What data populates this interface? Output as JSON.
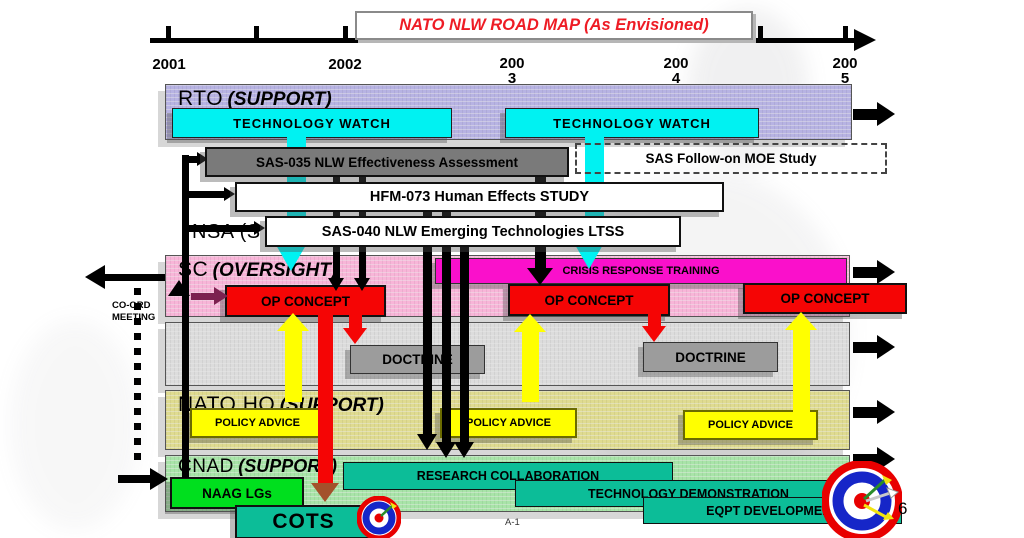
{
  "title": "NATO NLW ROAD MAP (As Envisioned)",
  "timeline": {
    "years": [
      "2001",
      "2002",
      "2003",
      "2004",
      "2005"
    ]
  },
  "rto_band": {
    "name": "RTO",
    "role": "(SUPPORT)",
    "tech_watch_1": "TECHNOLOGY WATCH",
    "tech_watch_2": "TECHNOLOGY WATCH"
  },
  "studies": {
    "sas035": "SAS-035 NLW Effectiveness Assessment",
    "sas_follow_on": "SAS Follow-on MOE Study",
    "hfm073": "HFM-073 Human Effects STUDY",
    "sas040": "SAS-040 NLW Emerging Technologies LTSS",
    "nsa_partial": "NSA (S"
  },
  "sc_band": {
    "name": "SC",
    "role": "(OVERSIGHT)",
    "crisis": "CRISIS RESPONSE TRAINING",
    "op_concept_1": "OP CONCEPT",
    "op_concept_2": "OP CONCEPT",
    "op_concept_3": "OP CONCEPT"
  },
  "doctrine_band": {
    "doctrine_1": "DOCTRINE",
    "doctrine_2": "DOCTRINE"
  },
  "hq_band": {
    "name": "NATO HQ",
    "role": "(SUPPORT)",
    "policy_1": "POLICY ADVICE",
    "policy_2": "POLICY ADVICE",
    "policy_3": "POLICY ADVICE"
  },
  "cnad_band": {
    "name": "CNAD",
    "role": "(SUPPORT)",
    "naag": "NAAG LGs",
    "research": "RESEARCH COLLABORATION",
    "tech_demo": "TECHNOLOGY DEMONSTRATION",
    "eqpt": "EQPT DEVELOPMENT",
    "cots": "COTS"
  },
  "annotations": {
    "coord_line1": "CO-ORD",
    "coord_line2": "MEETING",
    "footer_ref": "A-1",
    "page_number": "6"
  },
  "colors": {
    "lavender": "#b7b3e3",
    "cyan": "#00f2f2",
    "sasgray": "#7a7a7a",
    "pink": "#f8b5d8",
    "magenta": "#fa10cb",
    "red": "#f50505",
    "grayband": "#dcdcdc",
    "doctrinegray": "#9c9c9c",
    "khaki": "#dfdb90",
    "yellow": "#ffff00",
    "cnadgreen": "#a8e4a8",
    "naaggreen": "#00df1e",
    "teal": "#0cbd98",
    "maroon": "#7c2150",
    "brownarrow": "#a3512b",
    "titlered": "#ee1c25"
  }
}
